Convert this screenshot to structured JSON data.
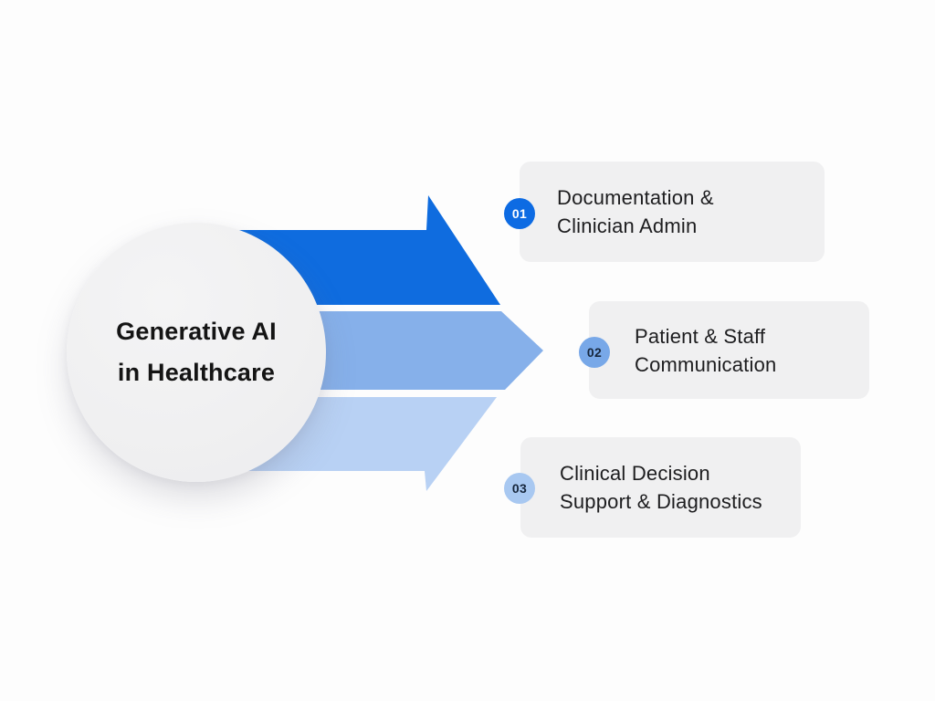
{
  "hub": {
    "title_line1": "Generative AI",
    "title_line2": "in Healthcare",
    "text_color": "#141414"
  },
  "items": [
    {
      "number": "01",
      "line1": "Documentation &",
      "line2": "Clinician Admin",
      "arrow_color": "#0f6cdf",
      "badge_color": "#0d6be3",
      "badge_text_color": "#ffffff"
    },
    {
      "number": "02",
      "line1": "Patient & Staff",
      "line2": "Communication",
      "arrow_color": "#86b0ea",
      "badge_color": "#78a8e8",
      "badge_text_color": "#16263c"
    },
    {
      "number": "03",
      "line1": "Clinical Decision",
      "line2": "Support & Diagnostics",
      "arrow_color": "#b8d1f4",
      "badge_color": "#a8c8f1",
      "badge_text_color": "#16263c"
    }
  ],
  "colors": {
    "background": "#fdfdfd",
    "card_bg": "#f0f0f1",
    "circle_bg": "#f0f0f1",
    "card_text": "#1d1d1f"
  }
}
